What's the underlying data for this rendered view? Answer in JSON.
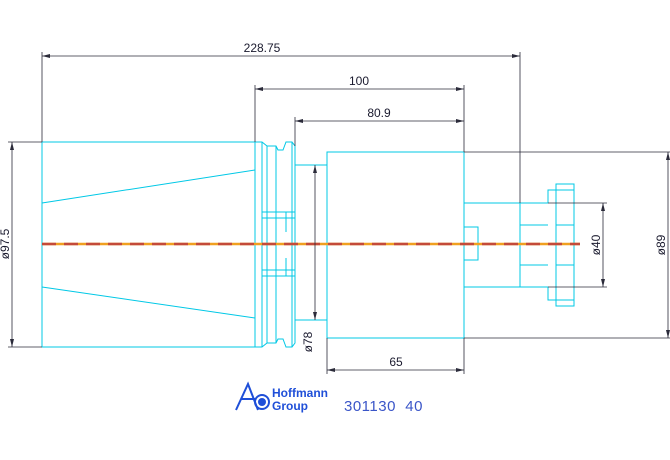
{
  "dimensions": {
    "overall_length": "228.75",
    "length_100": "100",
    "length_80_9": "80.9",
    "length_65": "65",
    "dia_97_5": "ø97.5",
    "dia_78": "ø78",
    "dia_40": "ø40",
    "dia_89": "ø89"
  },
  "logo": {
    "line1": "Hoffmann",
    "line2": "Group"
  },
  "part_code": "301130  40",
  "colors": {
    "outline": "#00c8e6",
    "dimension": "#2b2b3a",
    "centerline_dash": "#c44a3a",
    "centerline_base": "#f0a020",
    "logo": "#1f4fd8"
  }
}
